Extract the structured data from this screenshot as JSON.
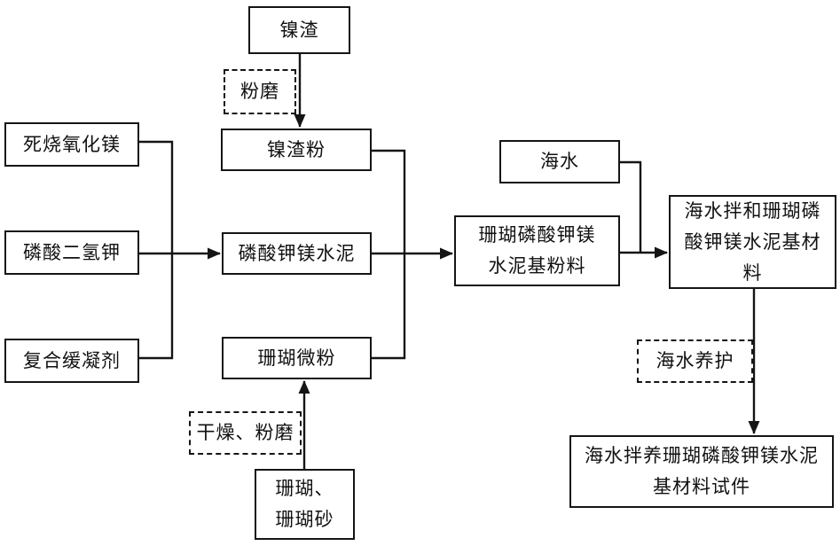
{
  "page": {
    "background_color": "#ffffff",
    "line_color": "#151515"
  },
  "diagram": {
    "type": "flowchart",
    "language": "zh-CN",
    "nodes": {
      "nickel_slag": {
        "label": "镍渣",
        "style": "solid"
      },
      "grinding": {
        "label": "粉磨",
        "style": "dashed"
      },
      "nickel_slag_powder": {
        "label": "镍渣粉",
        "style": "solid"
      },
      "dead_burned_magnesia": {
        "label": "死烧氧化镁",
        "style": "solid"
      },
      "potassium_dihydrogen_phosphate": {
        "label": "磷酸二氢钾",
        "style": "solid"
      },
      "composite_retarder": {
        "label": "复合缓凝剂",
        "style": "solid"
      },
      "magnesium_potassium_phosphate_cement": {
        "label": "磷酸钾镁水泥",
        "style": "solid"
      },
      "coral_micropowder": {
        "label": "珊瑚微粉",
        "style": "solid"
      },
      "drying_grinding": {
        "label": "干燥、粉磨",
        "style": "dashed"
      },
      "coral_and_coral_sand": {
        "label": "珊瑚、\n珊瑚砂",
        "style": "solid"
      },
      "seawater": {
        "label": "海水",
        "style": "solid"
      },
      "coral_mkpc_base_powder": {
        "label": "珊瑚磷酸钾镁\n水泥基粉料",
        "style": "solid"
      },
      "seawater_mixed_material": {
        "label": "海水拌和珊瑚磷\n酸钾镁水泥基材\n料",
        "style": "solid"
      },
      "seawater_curing": {
        "label": "海水养护",
        "style": "dashed"
      },
      "final_specimen": {
        "label": "海水拌养珊瑚磷酸钾镁水泥\n基材料试件",
        "style": "solid"
      }
    },
    "edges": [
      {
        "from": "nickel_slag",
        "to": "nickel_slag_powder",
        "via": "grinding"
      },
      {
        "from": "dead_burned_magnesia",
        "to": "magnesium_potassium_phosphate_cement"
      },
      {
        "from": "potassium_dihydrogen_phosphate",
        "to": "magnesium_potassium_phosphate_cement"
      },
      {
        "from": "composite_retarder",
        "to": "magnesium_potassium_phosphate_cement"
      },
      {
        "from": "coral_and_coral_sand",
        "to": "coral_micropowder",
        "via": "drying_grinding"
      },
      {
        "from": "nickel_slag_powder",
        "to": "coral_mkpc_base_powder"
      },
      {
        "from": "magnesium_potassium_phosphate_cement",
        "to": "coral_mkpc_base_powder"
      },
      {
        "from": "coral_micropowder",
        "to": "coral_mkpc_base_powder"
      },
      {
        "from": "coral_mkpc_base_powder",
        "to": "seawater_mixed_material"
      },
      {
        "from": "seawater",
        "to": "seawater_mixed_material"
      },
      {
        "from": "seawater_mixed_material",
        "to": "final_specimen",
        "via": "seawater_curing"
      }
    ]
  }
}
